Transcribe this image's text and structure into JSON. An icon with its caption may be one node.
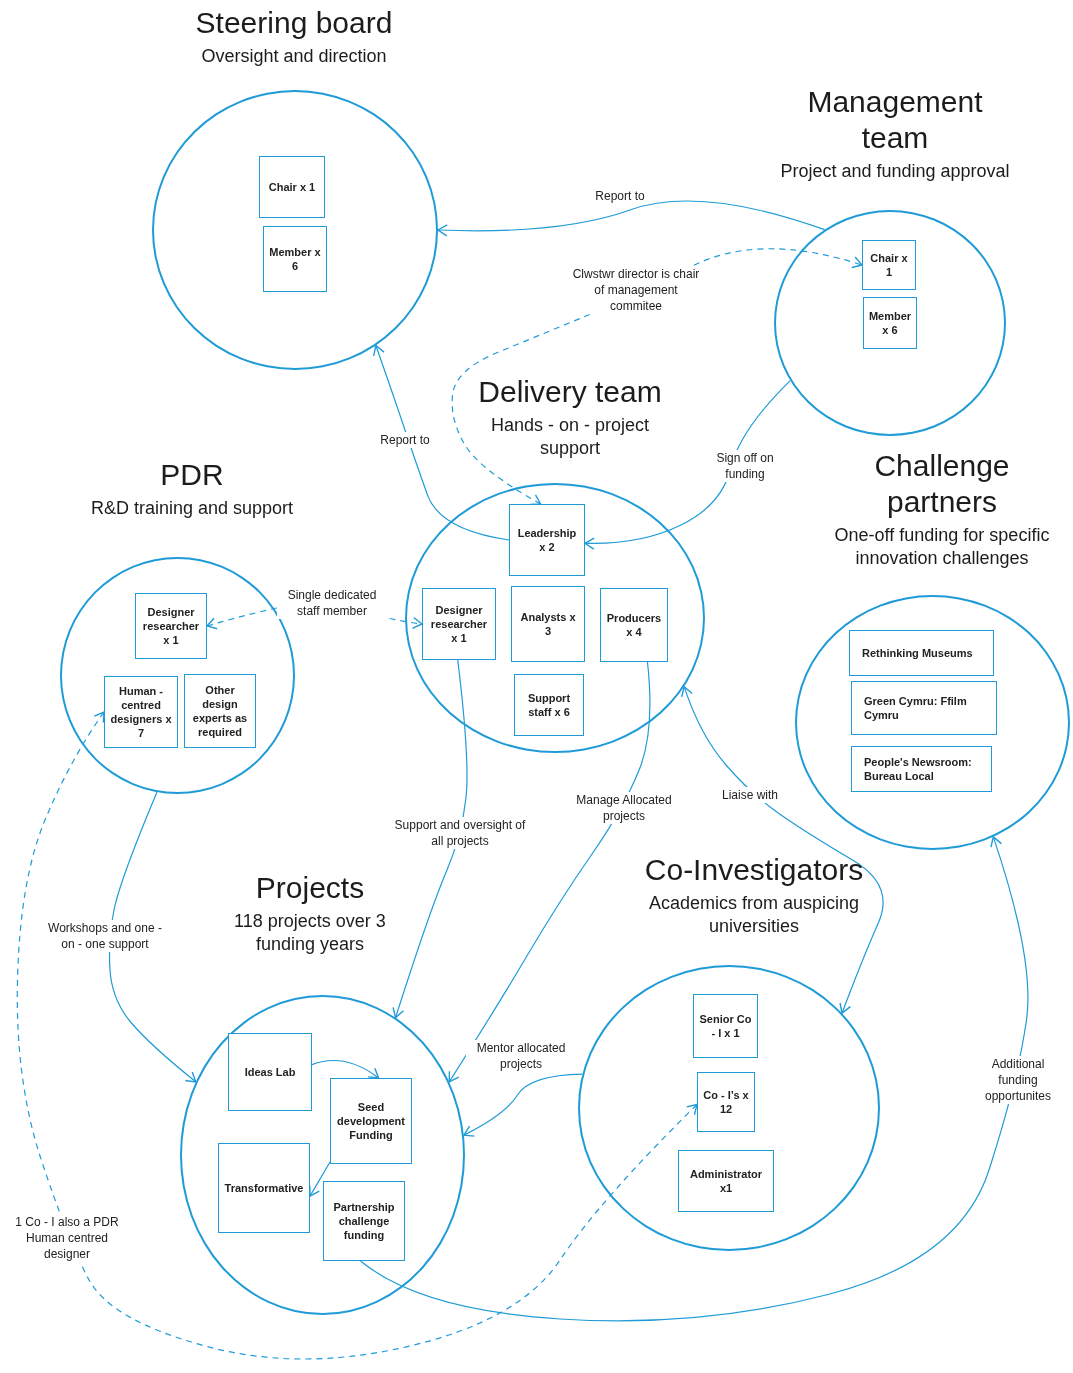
{
  "diagram": {
    "nodes": [
      {
        "text": [
          "Steering board",
          "Oversight and direction"
        ]
      },
      {
        "text": [
          "Chair x 1"
        ],
        "in": 0
      },
      {
        "text": [
          "Member x 6"
        ],
        "in": 0
      },
      {
        "text": [
          "Management team",
          "Project and funding approval"
        ]
      },
      {
        "text": [
          "Chair x 1"
        ],
        "in": 3
      },
      {
        "text": [
          "Member x 6"
        ],
        "in": 3
      },
      {
        "text": [
          "Delivery team",
          "Hands - on - project support"
        ]
      },
      {
        "text": [
          "Leadership x 2"
        ],
        "in": 6
      },
      {
        "text": [
          "Designer researcher x 1"
        ],
        "in": 6
      },
      {
        "text": [
          "Analysts x 3"
        ],
        "in": 6
      },
      {
        "text": [
          "Producers x 4"
        ],
        "in": 6
      },
      {
        "text": [
          "Support staff x 6"
        ],
        "in": 6
      },
      {
        "text": [
          "PDR",
          "R&D training and support"
        ]
      },
      {
        "text": [
          "Designer researcher x 1"
        ],
        "in": 12
      },
      {
        "text": [
          "Human - centred designers x 7"
        ],
        "in": 12
      },
      {
        "text": [
          "Other design experts as required"
        ],
        "in": 12
      },
      {
        "text": [
          "Challenge partners",
          "One-off funding for specific innovation challenges"
        ]
      },
      {
        "text": [
          "Rethinking Museums"
        ],
        "in": 16
      },
      {
        "text": [
          "Green Cymru: Ffilm Cymru"
        ],
        "in": 16
      },
      {
        "text": [
          "People's Newsroom: Bureau Local"
        ],
        "in": 16
      },
      {
        "text": [
          "Projects",
          "118 projects over 3 funding years"
        ]
      },
      {
        "text": [
          "Ideas Lab"
        ],
        "in": 20
      },
      {
        "text": [
          "Seed development Funding"
        ],
        "in": 20
      },
      {
        "text": [
          "Transformative"
        ],
        "in": 20
      },
      {
        "text": [
          "Partnership challenge funding"
        ],
        "in": 20
      },
      {
        "text": [
          "Co-Investigators",
          "Academics from auspicing universities"
        ]
      },
      {
        "text": [
          "Senior Co - I x 1"
        ],
        "in": 25
      },
      {
        "text": [
          "Co - I’s x 12"
        ],
        "in": 25
      },
      {
        "text": [
          "Administrator x1"
        ],
        "in": 25
      }
    ],
    "edges": [
      {
        "from": 3,
        "to": 0,
        "arrow": "to",
        "label": "Report to"
      },
      {
        "from": 7,
        "to": 4,
        "arrow": "both",
        "label": "Clwstwr director is chair of management commitee",
        "style": "dashed"
      },
      {
        "from": 7,
        "to": 0,
        "arrow": "to",
        "label": "Report to"
      },
      {
        "from": 3,
        "to": 7,
        "arrow": "to",
        "label": "Sign off on funding"
      },
      {
        "from": 13,
        "to": 8,
        "arrow": "both",
        "label": "Single dedicated staff member",
        "style": "dashed"
      },
      {
        "from": 8,
        "to": 20,
        "arrow": "to",
        "label": "Support and oversight of all projects"
      },
      {
        "from": 10,
        "to": 20,
        "arrow": "to",
        "label": "Manage Allocated projects"
      },
      {
        "from": 25,
        "to": 6,
        "arrow": "both",
        "label": "Liaise with"
      },
      {
        "from": 12,
        "to": 20,
        "arrow": "to",
        "label": "Workshops and one - on - one support"
      },
      {
        "from": 25,
        "to": 20,
        "arrow": "to",
        "label": "Mentor allocated projects"
      },
      {
        "from": 24,
        "to": 16,
        "arrow": "to",
        "label": "Additional funding opportunites"
      },
      {
        "from": 21,
        "to": 22,
        "arrow": "to"
      },
      {
        "from": 22,
        "to": 23,
        "arrow": "to"
      },
      {
        "from": 27,
        "to": 14,
        "arrow": "both",
        "label": "1 Co - I also a PDR Human centred designer",
        "style": "dashed"
      }
    ]
  }
}
